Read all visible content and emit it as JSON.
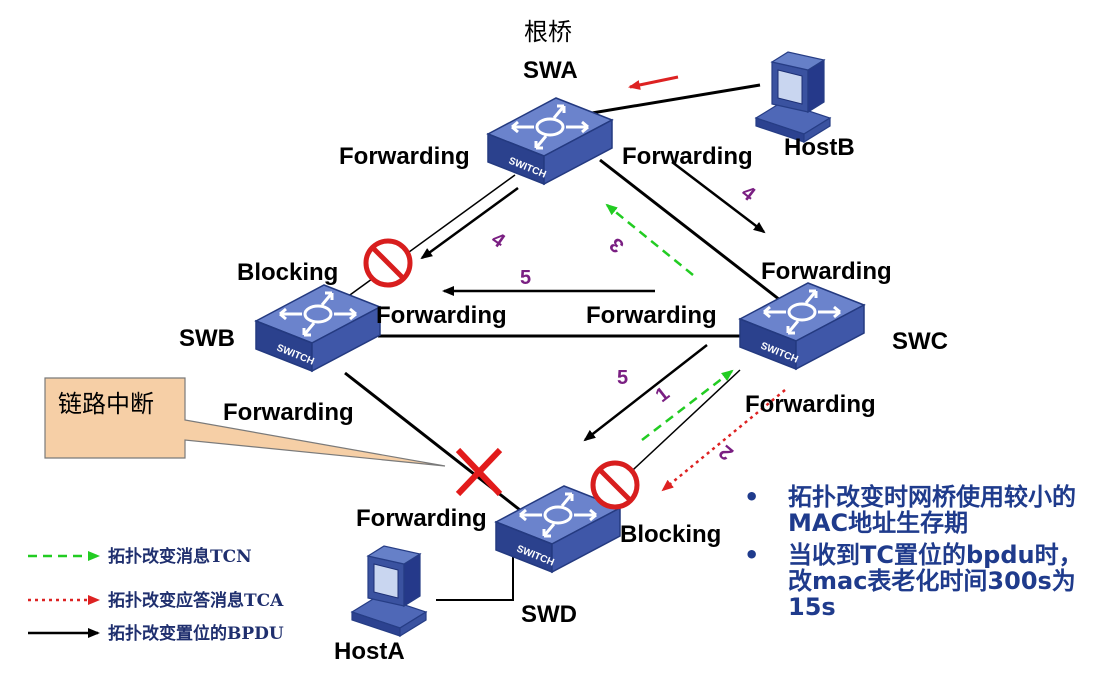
{
  "root_label": "根桥",
  "switches": {
    "swa": "SWA",
    "swb": "SWB",
    "swc": "SWC",
    "swd": "SWD",
    "switch_face_text": "SWITCH"
  },
  "hosts": {
    "host_a": "HostA",
    "host_b": "HostB"
  },
  "port_states": {
    "swa_left": "Forwarding",
    "swa_right": "Forwarding",
    "swb_top": "Blocking",
    "swb_right": "Forwarding",
    "swb_bottom": "Forwarding",
    "swc_top": "Forwarding",
    "swc_left": "Forwarding",
    "swc_bottom": "Forwarding",
    "swd_top": "Forwarding",
    "swd_right": "Blocking"
  },
  "step_numbers": {
    "swa_to_swb": "4",
    "swa_to_swc": "4",
    "swc_to_swa": "3",
    "swc_to_swb": "5",
    "swc_to_swd": "5",
    "swd_to_swc": "1",
    "swc_to_swd_ack": "2"
  },
  "callout": {
    "text": "链路中断"
  },
  "legend": [
    {
      "label": "拓扑改变消息TCN",
      "style": "dashed",
      "color": "#22cc22"
    },
    {
      "label": "拓扑改变应答消息TCA",
      "style": "dotted",
      "color": "#dd2222"
    },
    {
      "label": "拓扑改变置位的BPDU",
      "style": "solid",
      "color": "#000000"
    }
  ],
  "notes": [
    "拓扑改变时网桥使用较小的MAC地址生存期",
    "当收到TC置位的bpdu时，改mac表老化时间300s为15s"
  ],
  "colors": {
    "tcn": "#22cc22",
    "tca": "#dd2222",
    "bpdu": "#000000",
    "step_number": "#7a1f82",
    "note_text": "#1f3b8c",
    "legend_text": "#1f2f6e",
    "switch_body": "#3f57a8",
    "callout_fill": "#f6cfa6",
    "break_mark": "#e21b1b",
    "blocked_mark": "#d81e1e"
  }
}
